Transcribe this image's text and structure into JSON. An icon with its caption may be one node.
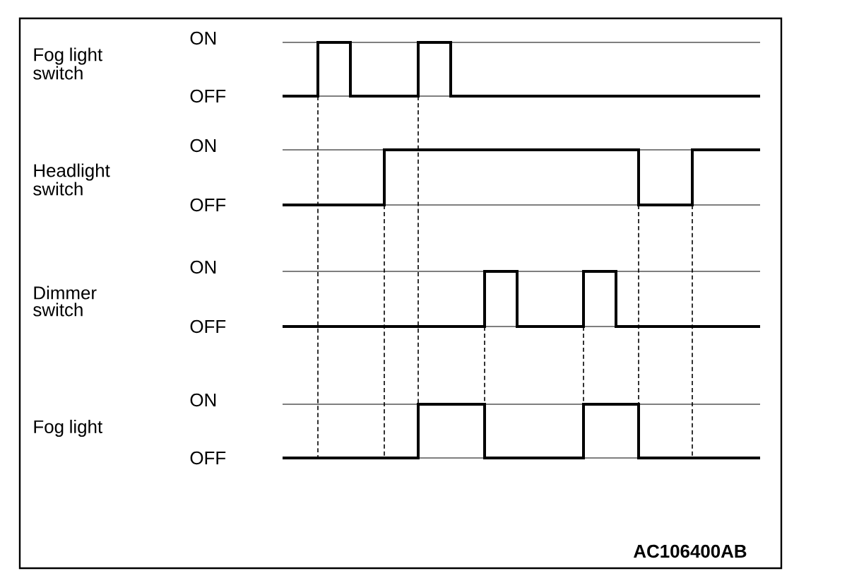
{
  "diagram": {
    "labels": [
      "Fog light switch",
      "ON",
      "OFF",
      "Headlight switch",
      "ON",
      "OFF",
      "Dimmer switch",
      "ON",
      "OFF",
      "Fog light",
      "ON",
      "OFF",
      "AC106400AB"
    ]
  }
}
